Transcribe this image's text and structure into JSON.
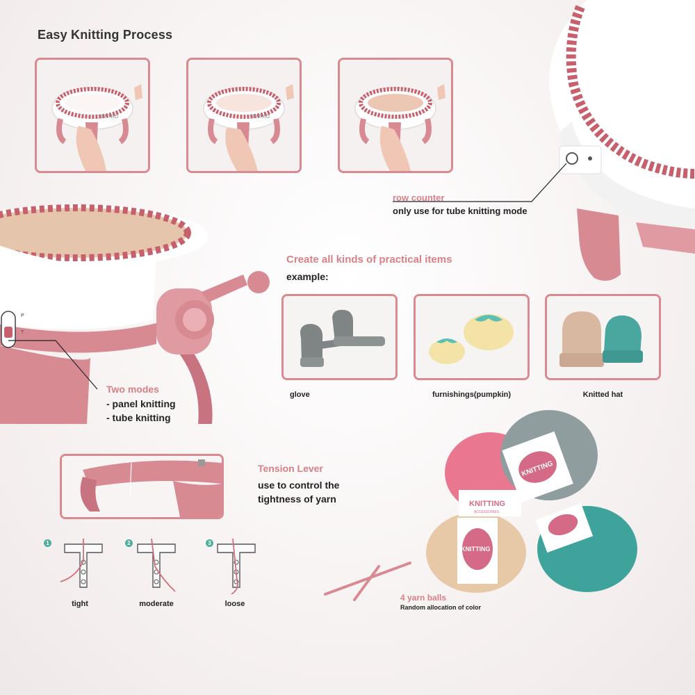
{
  "title": "Easy Knitting Process",
  "machine_brand": "SENTRO",
  "row_counter": {
    "label": "row counter",
    "description": "only use for tube knitting mode"
  },
  "practical": {
    "heading": "Create all kinds of practical items",
    "example_label": "example:",
    "items": [
      {
        "caption": "glove"
      },
      {
        "caption": "furnishings(pumpkin)"
      },
      {
        "caption": "Knitted hat"
      }
    ]
  },
  "modes": {
    "heading": "Two modes",
    "items": [
      "- panel knitting",
      "- tube knitting"
    ],
    "switch_labels": [
      "P",
      "T"
    ]
  },
  "tension": {
    "heading": "Tension Lever",
    "line1": "use to control the",
    "line2": "tightness of yarn",
    "steps": [
      {
        "num": "1",
        "label": "tight"
      },
      {
        "num": "2",
        "label": "moderate"
      },
      {
        "num": "3",
        "label": "loose"
      }
    ]
  },
  "yarn": {
    "heading": "4 yarn balls",
    "sub": "Random allocation of color",
    "label_text": "KNITTING",
    "label_sub": "ACCESSORIES"
  },
  "colors": {
    "accent": "#d97f86",
    "frame": "#d9898f",
    "machine_pink": "#d88a92",
    "yarn_beige": "#e7c9a8",
    "yarn_teal": "#3ea39a",
    "yarn_gray": "#8f9d9e",
    "yarn_pink": "#e8778f"
  }
}
